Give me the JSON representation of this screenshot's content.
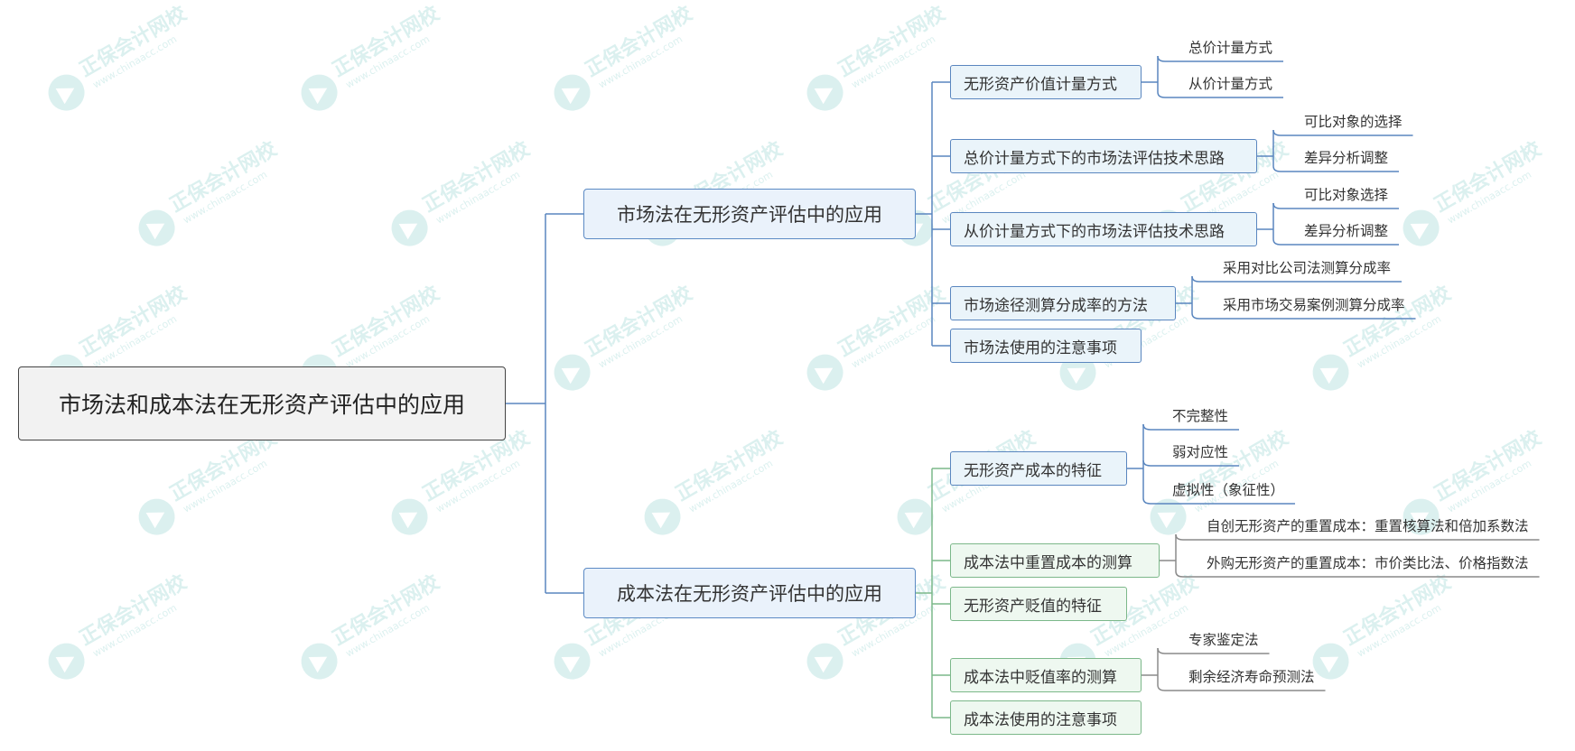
{
  "diagram": {
    "root": "市场法和成本法在无形资产评估中的应用",
    "branches": [
      {
        "label": "市场法在无形资产评估中的应用",
        "children": [
          {
            "label": "无形资产价值计量方式",
            "children": [
              "总价计量方式",
              "从价计量方式"
            ]
          },
          {
            "label": "总价计量方式下的市场法评估技术思路",
            "children": [
              "可比对象的选择",
              "差异分析调整"
            ]
          },
          {
            "label": "从价计量方式下的市场法评估技术思路",
            "children": [
              "可比对象选择",
              "差异分析调整"
            ]
          },
          {
            "label": "市场途径测算分成率的方法",
            "children": [
              "采用对比公司法测算分成率",
              "采用市场交易案例测算分成率"
            ]
          },
          {
            "label": "市场法使用的注意事项",
            "children": []
          }
        ]
      },
      {
        "label": "成本法在无形资产评估中的应用",
        "children": [
          {
            "label": "无形资产成本的特征",
            "children": [
              "不完整性",
              "弱对应性",
              "虚拟性（象征性）"
            ]
          },
          {
            "label": "成本法中重置成本的测算",
            "children": [
              "自创无形资产的重置成本：重置核算法和倍加系数法",
              "外购无形资产的重置成本：市价类比法、价格指数法"
            ]
          },
          {
            "label": "无形资产贬值的特征",
            "children": []
          },
          {
            "label": "成本法中贬值率的测算",
            "children": [
              "专家鉴定法",
              "剩余经济寿命预测法"
            ]
          },
          {
            "label": "成本法使用的注意事项",
            "children": []
          }
        ]
      }
    ]
  },
  "watermark": {
    "brand": "正保会计网校",
    "site": "www.chinaacc.com"
  },
  "colors": {
    "branch_blue": "#5a86bf",
    "branch_green": "#7cb88a",
    "leaf_line_gray": "#8a8a8a",
    "root_fill": "#f2f2f2",
    "watermark": "#3bb0a8"
  }
}
